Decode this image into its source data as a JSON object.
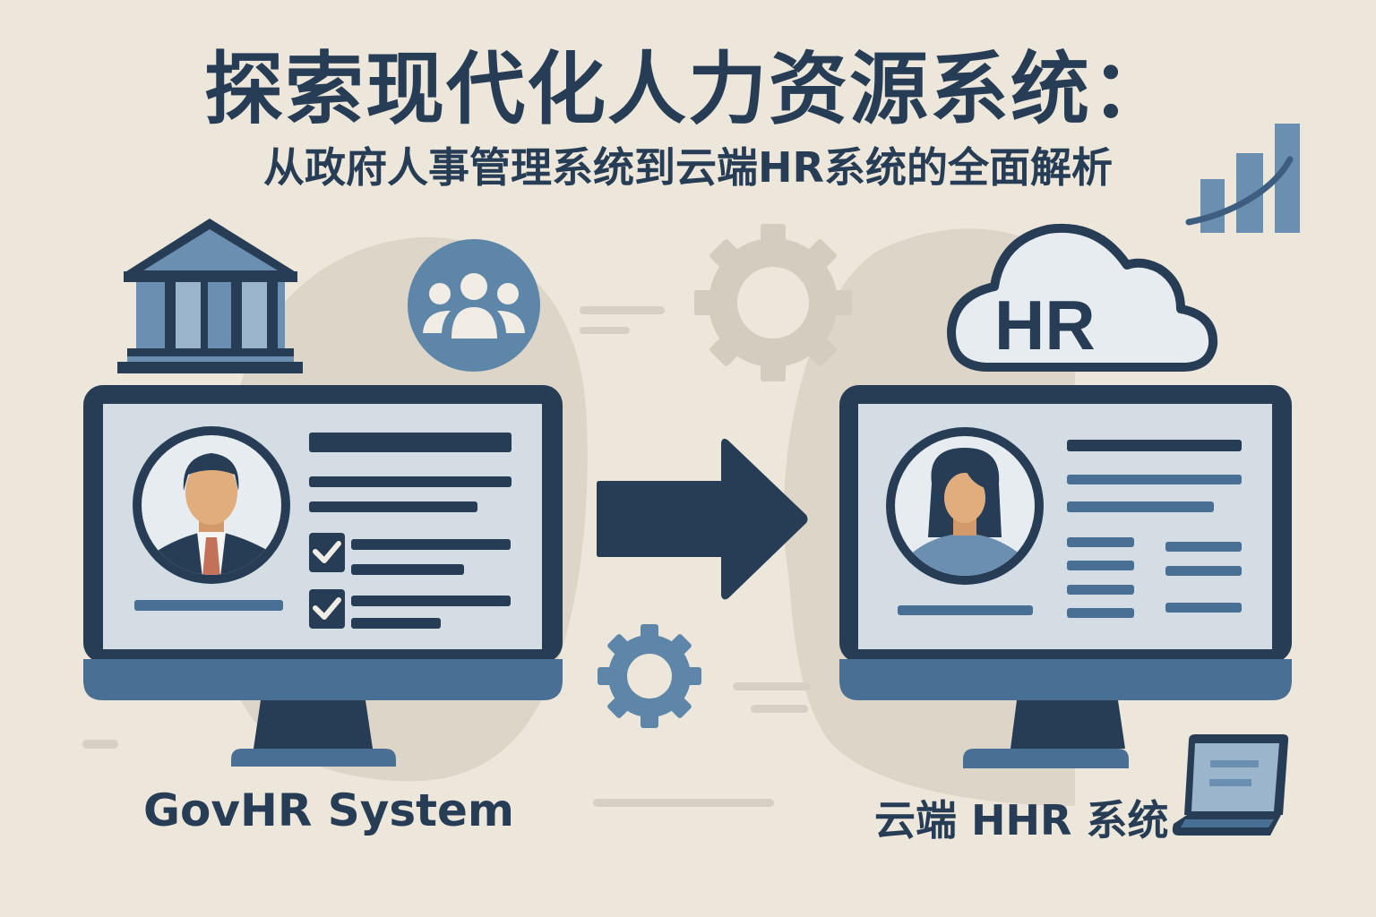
{
  "header": {
    "title": "探索现代化人力资源系统：",
    "subtitle": "从政府人事管理系统到云端HR系统的全面解析"
  },
  "left_panel": {
    "label": "GovHR System",
    "icons": [
      "government-building-icon",
      "team-group-icon",
      "male-employee-avatar",
      "checkbox-checked-icon"
    ]
  },
  "center": {
    "icons": [
      "right-arrow-icon",
      "gear-icon"
    ]
  },
  "right_panel": {
    "label": "云端 HHR 系统",
    "cloud_label": "HR",
    "icons": [
      "cloud-icon",
      "female-employee-avatar",
      "laptop-icon",
      "growth-chart-icon"
    ]
  },
  "colors": {
    "background": "#ede6da",
    "navy": "#263d55",
    "steel_blue": "#4a6f94",
    "light_blue": "#6a8fb0",
    "screen": "#d3dde3",
    "beige_shape": "#ddd5c8",
    "skin": "#e2ad7d",
    "tie": "#c4715a"
  }
}
